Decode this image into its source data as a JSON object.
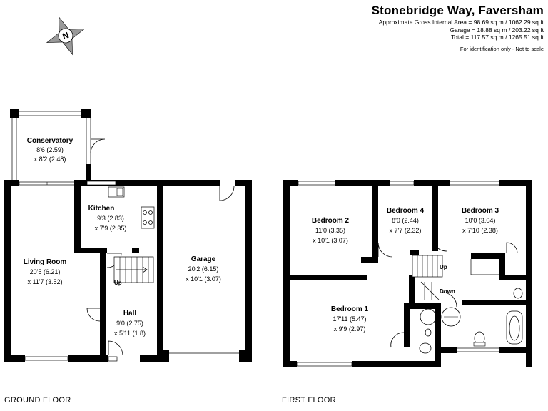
{
  "header": {
    "title": "Stonebridge Way, Faversham",
    "gross_area": "Approximate Gross Internal Area = 98.69 sq m / 1062.29 sq ft",
    "garage_area": "Garage = 18.88 sq m / 203.22 sq ft",
    "total_area": "Total = 117.57 sq m / 1265.51 sq ft",
    "note": "For identification only - Not to scale"
  },
  "compass": {
    "letter": "N"
  },
  "floors": {
    "ground": "GROUND FLOOR",
    "first": "FIRST FLOOR"
  },
  "rooms": {
    "conservatory": {
      "name": "Conservatory",
      "dim1": "8'6 (2.59)",
      "dim2": "x 8'2 (2.48)"
    },
    "kitchen": {
      "name": "Kitchen",
      "dim1": "9'3 (2.83)",
      "dim2": "x 7'9 (2.35)"
    },
    "living": {
      "name": "Living Room",
      "dim1": "20'5 (6.21)",
      "dim2": "x 11'7 (3.52)"
    },
    "garage": {
      "name": "Garage",
      "dim1": "20'2 (6.15)",
      "dim2": "x 10'1 (3.07)"
    },
    "hall": {
      "name": "Hall",
      "dim1": "9'0 (2.75)",
      "dim2": "x 5'11 (1.8)"
    },
    "bedroom2": {
      "name": "Bedroom 2",
      "dim1": "11'0 (3.35)",
      "dim2": "x 10'1 (3.07)"
    },
    "bedroom4": {
      "name": "Bedroom 4",
      "dim1": "8'0 (2.44)",
      "dim2": "x 7'7 (2.32)"
    },
    "bedroom3": {
      "name": "Bedroom 3",
      "dim1": "10'0 (3.04)",
      "dim2": "x 7'10 (2.38)"
    },
    "bedroom1": {
      "name": "Bedroom 1",
      "dim1": "17'11 (5.47)",
      "dim2": "x 9'9 (2.97)"
    }
  },
  "stairs": {
    "ground_up": "Up",
    "first_up": "Up",
    "first_down": "Down"
  }
}
